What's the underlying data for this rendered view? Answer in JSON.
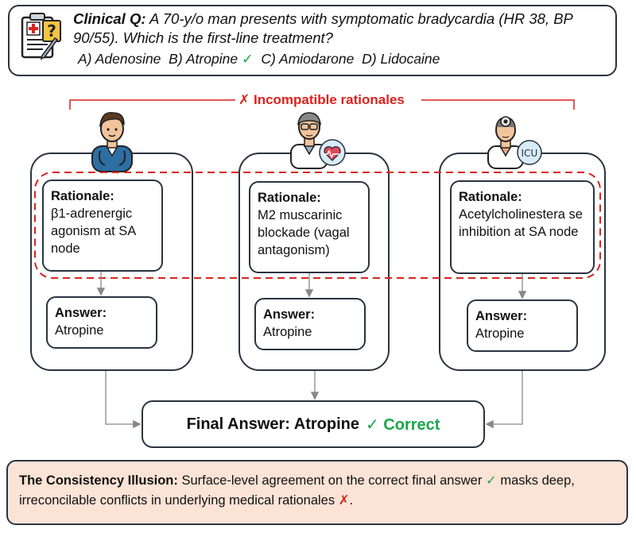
{
  "question": {
    "label": "Clinical Q:",
    "text": " A 70-y/o man presents with symptomatic bradycardia (HR 38, BP 90/55). Which is the first-line treatment?",
    "options": {
      "a": "A) Adenosine",
      "b": "B) Atropine",
      "b_mark": "✓",
      "c": "C) Amiodarone",
      "d": "D) Lidocaine"
    }
  },
  "incompatible": {
    "mark": "✗",
    "label": "Incompatible rationales"
  },
  "agents": [
    {
      "badge": "",
      "rationale_label": "Rationale:",
      "rationale_text": "β1-adrenergic agonism at SA node",
      "answer_label": "Answer:",
      "answer_text": "Atropine"
    },
    {
      "badge": "",
      "rationale_label": "Rationale:",
      "rationale_text": "M2 muscarinic blockade (vagal antagonism)",
      "answer_label": "Answer:",
      "answer_text": "Atropine"
    },
    {
      "badge": "ICU",
      "rationale_label": "Rationale:",
      "rationale_text": "Acetylcholinestera se inhibition at SA node",
      "answer_label": "Answer:",
      "answer_text": "Atropine"
    }
  ],
  "final": {
    "text": "Final Answer: Atropine",
    "correct": "✓ Correct"
  },
  "illusion": {
    "title": "The Consistency Illusion:",
    "text_1": " Surface-level agreement on the correct final answer ",
    "check": "✓",
    "text_2": " masks deep, irreconcilable conflicts in underlying medical rationales ",
    "cross": "✗",
    "end": "."
  },
  "colors": {
    "accent_red": "#d9241f",
    "accent_green": "#1aa64a",
    "border": "#2a3440",
    "illusion_bg": "#fbe3d6"
  }
}
